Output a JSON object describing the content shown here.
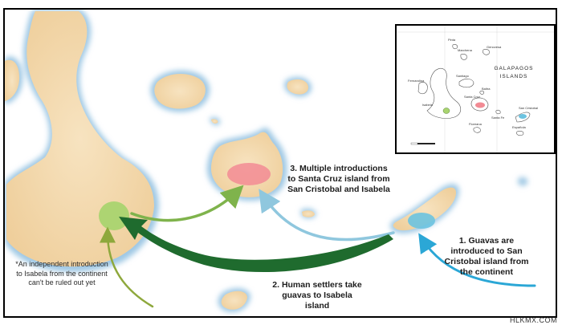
{
  "labels": {
    "step1": "1. Guavas are introduced to San Cristobal island from the continent",
    "step2": "2. Human settlers take guavas to Isabela island",
    "step3": "3. Multiple introductions to Santa Cruz island from San Cristobal and Isabela",
    "footnote": "*An independent introduction to Isabela from the continent can't be ruled out yet"
  },
  "colors": {
    "land": "#f4d9ad",
    "coast": "#9fc8e4",
    "isabela_marker": "#a9d46f",
    "santacruz_marker": "#f28b94",
    "sancristobal_marker": "#6cc3e0",
    "arrow_step1": "#2ba7d6",
    "arrow_step2": "#1f6b2e",
    "arrow_to_santacruz_green": "#7fb34c",
    "arrow_to_santacruz_blue": "#8fc7de",
    "arrow_footnote": "#8ea83c"
  },
  "inset": {
    "title_line1": "GALAPAGOS",
    "title_line2": "ISLANDS",
    "islands": [
      "Pinta",
      "Marchena",
      "Genovesa",
      "Santiago",
      "Fernandina",
      "Isabela",
      "Santa Cruz",
      "Baltra",
      "San Cristobal",
      "Santa Fe",
      "Floreana",
      "Española"
    ]
  },
  "watermark": "HLKMX.COM"
}
